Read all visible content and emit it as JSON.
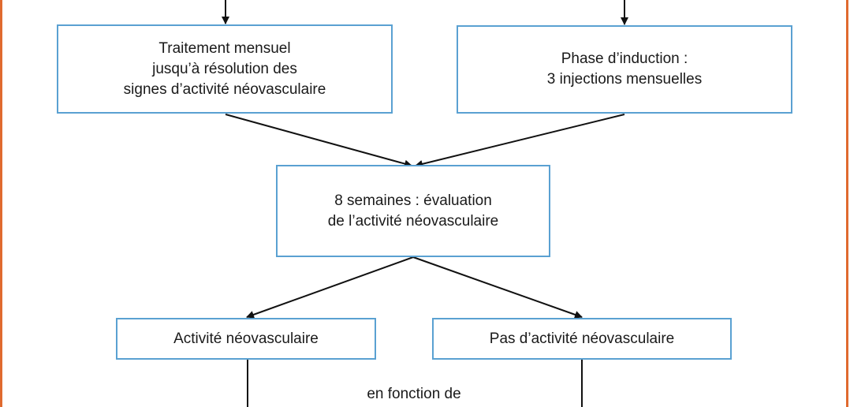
{
  "flowchart": {
    "monthly_treatment": {
      "line1": "Traitement mensuel",
      "line2": "jusqu’à résolution des",
      "line3": "signes d’activité néovasculaire"
    },
    "induction_phase": {
      "line1": "Phase d’induction :",
      "line2": "3 injections mensuelles"
    },
    "evaluation": {
      "line1": "8 semaines : évaluation",
      "line2": "de l’activité néovasculaire"
    },
    "activity": {
      "label": "Activité néovasculaire"
    },
    "no_activity": {
      "label": "Pas d’activité néovasculaire"
    },
    "bottom_note": "en fonction de"
  },
  "colors": {
    "frame": "#e06a2f",
    "box_border": "#5aa1d2",
    "arrow": "#111111"
  }
}
